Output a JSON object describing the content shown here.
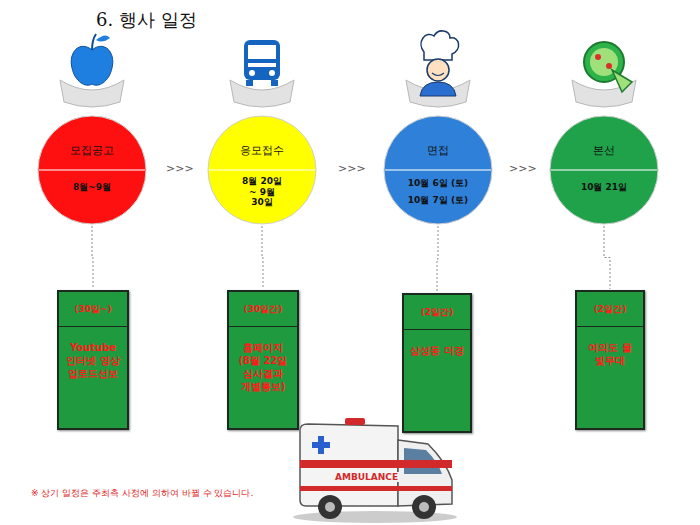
{
  "diagram": {
    "title": "6. 행사 일정",
    "nodes": [
      {
        "text": [
          "모집공고",
          "8월~9월"
        ]
      },
      {
        "text": [
          "응모접수",
          "8월 20일 ~ 9월 30일"
        ]
      },
      {
        "text": [
          "면접",
          "10월 6일 (토)",
          "10월 7일 (토)"
        ]
      },
      {
        "text": [
          "본선",
          "10월 21일"
        ]
      },
      {
        "text": [
          "(30일~)",
          "Youtube 인터넷 영상 업로드선보"
        ]
      },
      {
        "text": [
          "(30일간)",
          "홈페이지 (8월 22일 심사결과 개별통보)"
        ]
      },
      {
        "text": [
          "(2일간)",
          "삼성동 더경"
        ]
      },
      {
        "text": [
          "(2일간)",
          "여의도 물 빛무대"
        ]
      }
    ],
    "edges": [
      {
        "from": 0,
        "to": 4,
        "arrow": "none"
      },
      {
        "from": 1,
        "to": 5,
        "arrow": "none"
      },
      {
        "from": 2,
        "to": 6,
        "arrow": "none"
      },
      {
        "from": 3,
        "to": 7,
        "arrow": "none"
      }
    ],
    "labels": [
      ">>>",
      ">>>",
      ">>>",
      "AMBULANCE",
      "※ 상기 일정은 주최측 사정에 의하여 바뀔 수 있습니다."
    ]
  }
}
